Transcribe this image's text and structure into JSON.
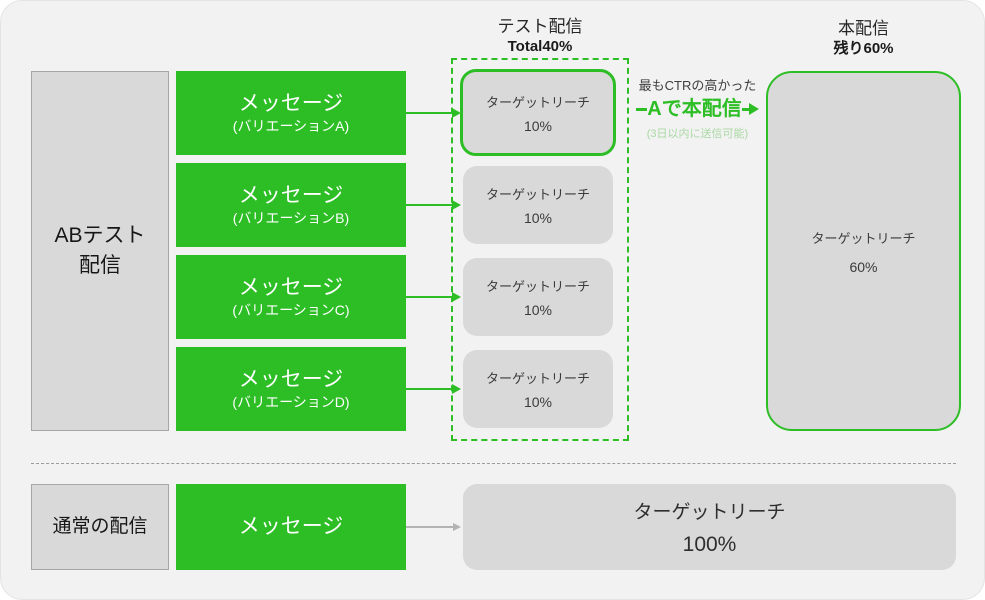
{
  "colors": {
    "green": "#2DBE26",
    "pale_green": "#a9d8a4",
    "background": "#f2f2f2",
    "box_gray": "#d9d9d9",
    "box_border_gray": "#a6a6a6",
    "text_dark": "#3a3a3a"
  },
  "ab_test": {
    "source_line1": "ABテスト",
    "source_line2": "配信",
    "test_header": {
      "title": "テスト配信",
      "subtitle": "Total40%"
    },
    "messages": [
      {
        "title": "メッセージ",
        "variant": "(バリエーションA)"
      },
      {
        "title": "メッセージ",
        "variant": "(バリエーションB)"
      },
      {
        "title": "メッセージ",
        "variant": "(バリエーションC)"
      },
      {
        "title": "メッセージ",
        "variant": "(バリエーションD)"
      }
    ],
    "targets": [
      {
        "label": "ターゲットリーチ",
        "value": "10%"
      },
      {
        "label": "ターゲットリーチ",
        "value": "10%"
      },
      {
        "label": "ターゲットリーチ",
        "value": "10%"
      },
      {
        "label": "ターゲットリーチ",
        "value": "10%"
      }
    ],
    "annotation": {
      "line1": "最もCTRの高かった",
      "line2": "Aで本配信",
      "line3": "(3日以内に送信可能)"
    },
    "main_header": {
      "title": "本配信",
      "subtitle": "残り60%"
    },
    "main_target": {
      "label": "ターゲットリーチ",
      "value": "60%"
    }
  },
  "normal": {
    "source_label": "通常の配信",
    "message_title": "メッセージ",
    "target": {
      "label": "ターゲットリーチ",
      "value": "100%"
    }
  }
}
